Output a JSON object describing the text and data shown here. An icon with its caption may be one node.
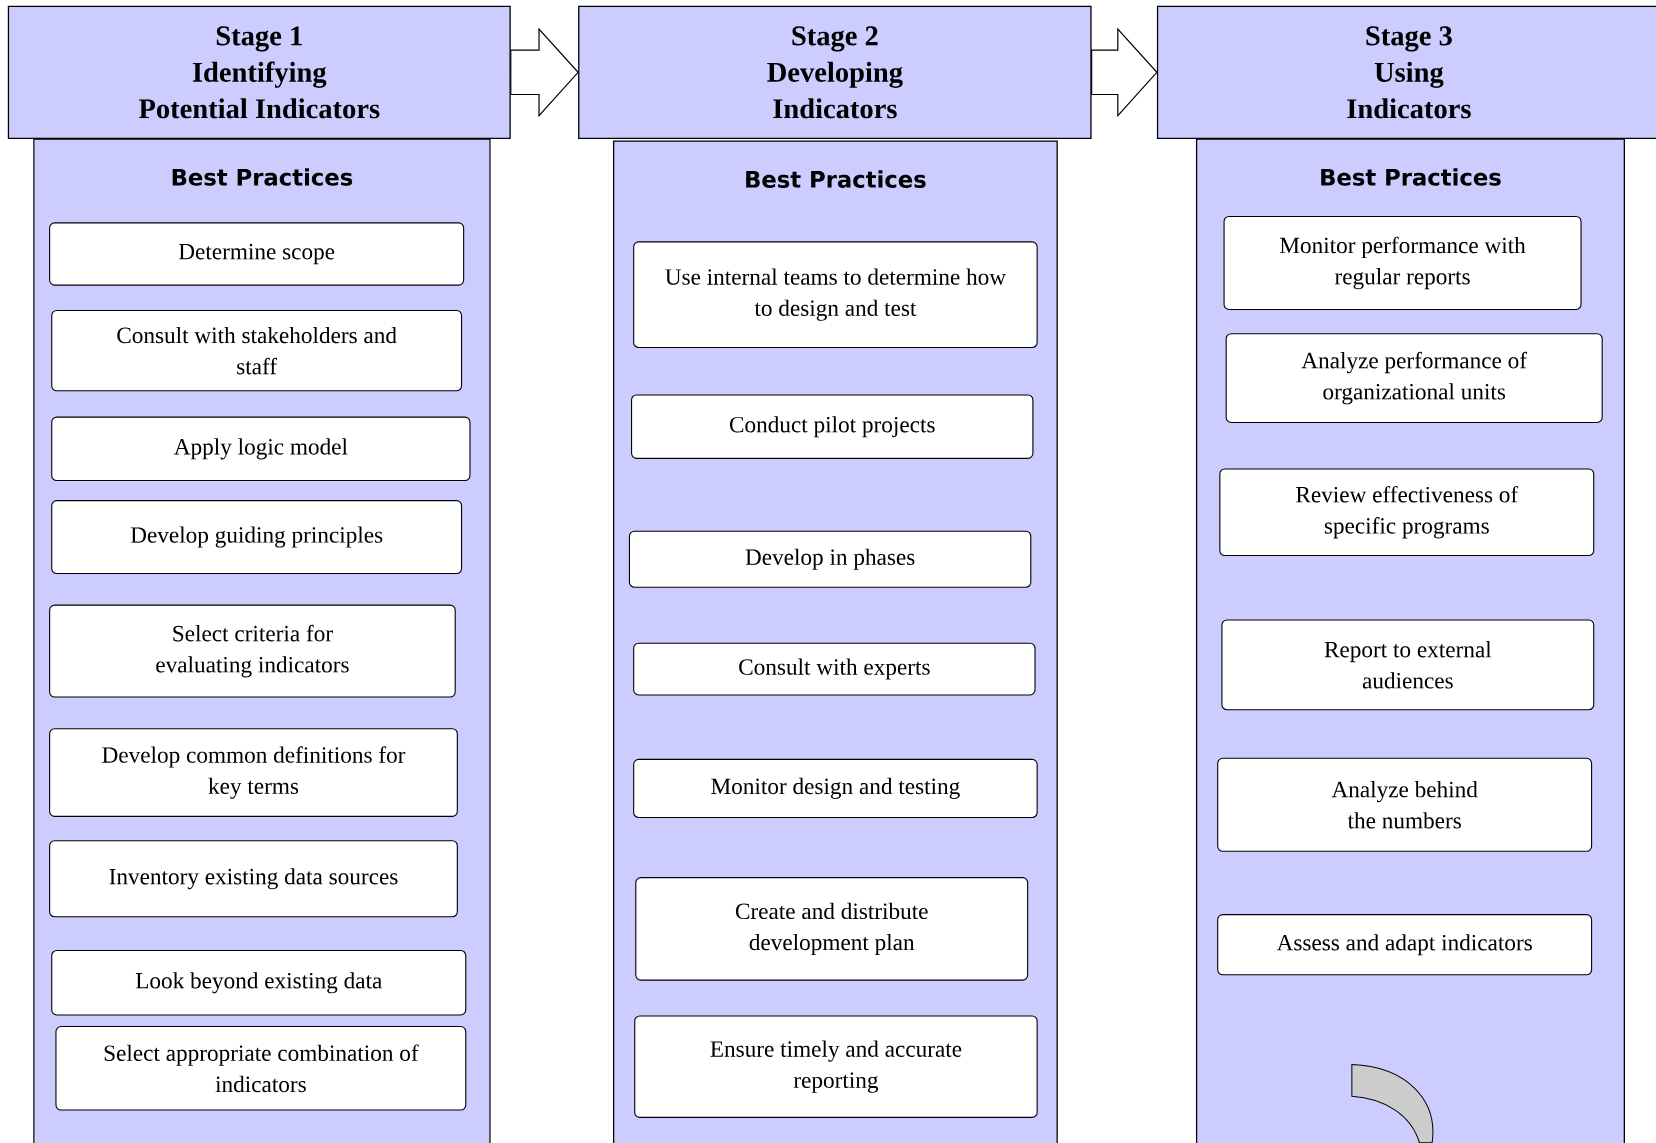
{
  "diagram": {
    "nodes": [
      {
        "text": [
          "Stage 1",
          "Identifying",
          "Potential Indicators"
        ]
      },
      {
        "text": [
          "Stage 2",
          "Developing",
          "Indicators"
        ]
      },
      {
        "text": [
          "Stage 3",
          "Using",
          "Indicators"
        ]
      },
      {
        "text": [
          "Best Practices"
        ]
      },
      {
        "text": [
          "Determine scope"
        ],
        "in": 3
      },
      {
        "text": [
          "Consult with stakeholders and staff"
        ],
        "in": 3
      },
      {
        "text": [
          "Apply logic model"
        ],
        "in": 3
      },
      {
        "text": [
          "Develop guiding principles"
        ],
        "in": 3
      },
      {
        "text": [
          "Select criteria for evaluating indicators"
        ],
        "in": 3
      },
      {
        "text": [
          "Develop common definitions for key terms"
        ],
        "in": 3
      },
      {
        "text": [
          "Inventory existing data sources"
        ],
        "in": 3
      },
      {
        "text": [
          "Look beyond existing data"
        ],
        "in": 3
      },
      {
        "text": [
          "Select appropriate combination of indicators"
        ],
        "in": 3
      },
      {
        "text": [
          "Best Practices"
        ]
      },
      {
        "text": [
          "Use internal teams to determine how to design and test"
        ],
        "in": 13
      },
      {
        "text": [
          "Conduct pilot projects"
        ],
        "in": 13
      },
      {
        "text": [
          "Develop in phases"
        ],
        "in": 13
      },
      {
        "text": [
          "Consult with experts"
        ],
        "in": 13
      },
      {
        "text": [
          "Monitor design and testing"
        ],
        "in": 13
      },
      {
        "text": [
          "Create and distribute development plan"
        ],
        "in": 13
      },
      {
        "text": [
          "Ensure timely and accurate reporting"
        ],
        "in": 13
      },
      {
        "text": [
          "Best Practices"
        ]
      },
      {
        "text": [
          "Monitor performance with regular reports"
        ],
        "in": 21
      },
      {
        "text": [
          "Analyze performance of organizational units"
        ],
        "in": 21
      },
      {
        "text": [
          "Review effectiveness of specific programs"
        ],
        "in": 21
      },
      {
        "text": [
          "Report to external audiences"
        ],
        "in": 21
      },
      {
        "text": [
          "Analyze behind the numbers"
        ],
        "in": 21
      },
      {
        "text": [
          "Assess and adapt indicators"
        ],
        "in": 21
      }
    ],
    "edges": [
      {
        "from": 0,
        "to": 1,
        "arrow": "to"
      },
      {
        "from": 1,
        "to": 2,
        "arrow": "to"
      }
    ]
  }
}
